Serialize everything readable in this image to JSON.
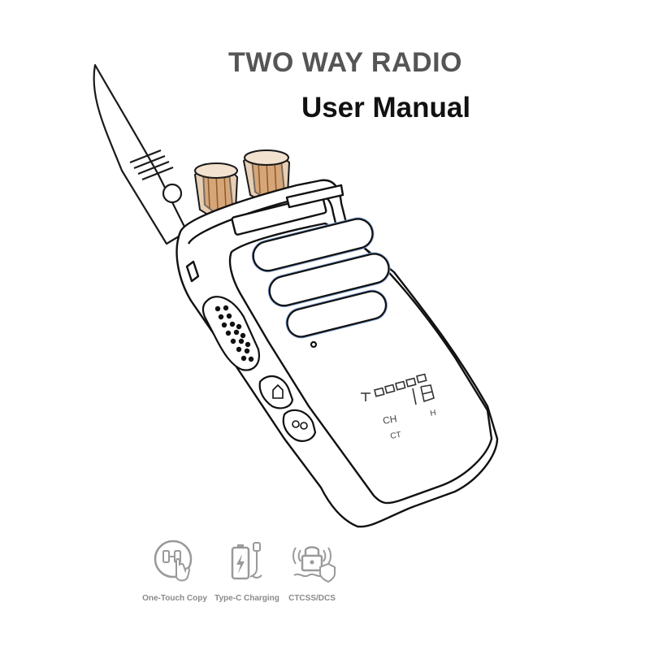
{
  "header": {
    "title": "TWO WAY RADIO",
    "subtitle": "User Manual"
  },
  "display": {
    "channel_label": "CH",
    "ct_label": "CT",
    "power_label": "H"
  },
  "features": [
    {
      "label": "One-Touch Copy",
      "icon": "one-touch-copy-icon"
    },
    {
      "label": "Type-C Charging",
      "icon": "type-c-charging-icon"
    },
    {
      "label": "CTCSS/DCS",
      "icon": "ctcss-dcs-lock-icon"
    }
  ],
  "colors": {
    "title_gray": "#555555",
    "subtitle_black": "#111111",
    "knob_orange": "#c8864a",
    "grille_blue": "#7fa3d6",
    "icon_gray": "#9a9a9a"
  }
}
